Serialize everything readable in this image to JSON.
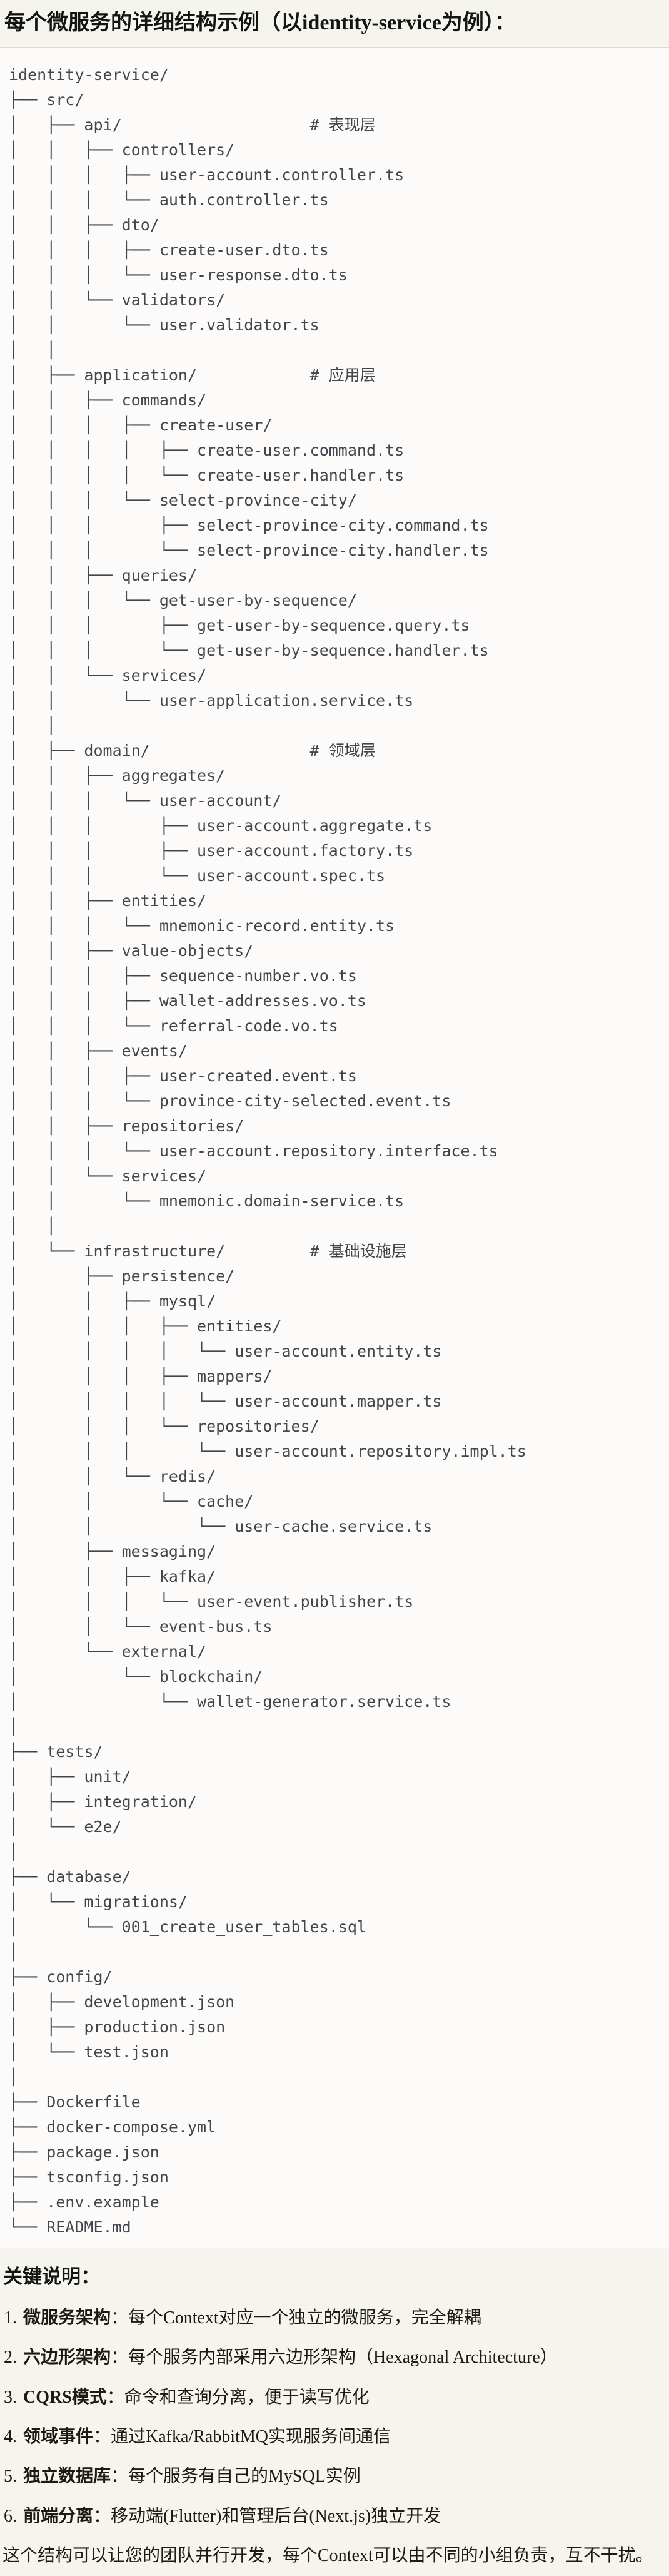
{
  "page": {
    "title": "每个微服务的详细结构示例（以identity-service为例）："
  },
  "tree": {
    "lines": [
      "identity-service/",
      "├── src/",
      "│   ├── api/                    # 表现层",
      "│   │   ├── controllers/",
      "│   │   │   ├── user-account.controller.ts",
      "│   │   │   └── auth.controller.ts",
      "│   │   ├── dto/",
      "│   │   │   ├── create-user.dto.ts",
      "│   │   │   └── user-response.dto.ts",
      "│   │   └── validators/",
      "│   │       └── user.validator.ts",
      "│   │",
      "│   ├── application/            # 应用层",
      "│   │   ├── commands/",
      "│   │   │   ├── create-user/",
      "│   │   │   │   ├── create-user.command.ts",
      "│   │   │   │   └── create-user.handler.ts",
      "│   │   │   └── select-province-city/",
      "│   │   │       ├── select-province-city.command.ts",
      "│   │   │       └── select-province-city.handler.ts",
      "│   │   ├── queries/",
      "│   │   │   └── get-user-by-sequence/",
      "│   │   │       ├── get-user-by-sequence.query.ts",
      "│   │   │       └── get-user-by-sequence.handler.ts",
      "│   │   └── services/",
      "│   │       └── user-application.service.ts",
      "│   │",
      "│   ├── domain/                 # 领域层",
      "│   │   ├── aggregates/",
      "│   │   │   └── user-account/",
      "│   │   │       ├── user-account.aggregate.ts",
      "│   │   │       ├── user-account.factory.ts",
      "│   │   │       └── user-account.spec.ts",
      "│   │   ├── entities/",
      "│   │   │   └── mnemonic-record.entity.ts",
      "│   │   ├── value-objects/",
      "│   │   │   ├── sequence-number.vo.ts",
      "│   │   │   ├── wallet-addresses.vo.ts",
      "│   │   │   └── referral-code.vo.ts",
      "│   │   ├── events/",
      "│   │   │   ├── user-created.event.ts",
      "│   │   │   └── province-city-selected.event.ts",
      "│   │   ├── repositories/",
      "│   │   │   └── user-account.repository.interface.ts",
      "│   │   └── services/",
      "│   │       └── mnemonic.domain-service.ts",
      "│   │",
      "│   └── infrastructure/         # 基础设施层",
      "│       ├── persistence/",
      "│       │   ├── mysql/",
      "│       │   │   ├── entities/",
      "│       │   │   │   └── user-account.entity.ts",
      "│       │   │   ├── mappers/",
      "│       │   │   │   └── user-account.mapper.ts",
      "│       │   │   └── repositories/",
      "│       │   │       └── user-account.repository.impl.ts",
      "│       │   └── redis/",
      "│       │       └── cache/",
      "│       │           └── user-cache.service.ts",
      "│       ├── messaging/",
      "│       │   ├── kafka/",
      "│       │   │   └── user-event.publisher.ts",
      "│       │   └── event-bus.ts",
      "│       └── external/",
      "│           └── blockchain/",
      "│               └── wallet-generator.service.ts",
      "│",
      "├── tests/",
      "│   ├── unit/",
      "│   ├── integration/",
      "│   └── e2e/",
      "│",
      "├── database/",
      "│   └── migrations/",
      "│       └── 001_create_user_tables.sql",
      "│",
      "├── config/",
      "│   ├── development.json",
      "│   ├── production.json",
      "│   └── test.json",
      "│",
      "├── Dockerfile",
      "├── docker-compose.yml",
      "├── package.json",
      "├── tsconfig.json",
      "├── .env.example",
      "└── README.md"
    ]
  },
  "notes": {
    "title": "关键说明：",
    "items": [
      {
        "num": "1.",
        "label": "微服务架构",
        "desc": "：每个Context对应一个独立的微服务，完全解耦"
      },
      {
        "num": "2.",
        "label": "六边形架构",
        "desc": "：每个服务内部采用六边形架构（Hexagonal Architecture）"
      },
      {
        "num": "3.",
        "label": "CQRS模式",
        "desc": "：命令和查询分离，便于读写优化"
      },
      {
        "num": "4.",
        "label": "领域事件",
        "desc": "：通过Kafka/RabbitMQ实现服务间通信"
      },
      {
        "num": "5.",
        "label": "独立数据库",
        "desc": "：每个服务有自己的MySQL实例"
      },
      {
        "num": "6.",
        "label": "前端分离",
        "desc": "：移动端(Flutter)和管理后台(Next.js)独立开发"
      }
    ],
    "footer": "这个结构可以让您的团队并行开发，每个Context可以由不同的小组负责，互不干扰。"
  },
  "colors": {
    "page_background": "#f6f4ee",
    "code_background": "#fcfbf9",
    "code_border": "#dcdad2",
    "code_text": "#41454c",
    "body_text": "#1b1a15"
  }
}
